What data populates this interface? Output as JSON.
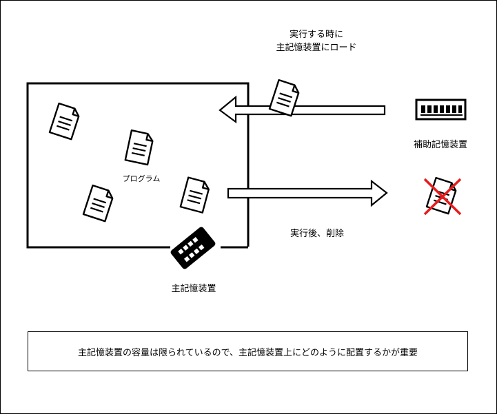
{
  "labels": {
    "load_line1": "実行する時に",
    "load_line2": "主記憶装置にロード",
    "secondary_storage": "補助記憶装置",
    "program": "プログラム",
    "after_run": "実行後、削除",
    "main_memory": "主記憶装置"
  },
  "note": "主記憶装置の容量は限られているので、主記憶装置上にどのように配置するかが重要",
  "icons": {
    "document": "document-icon",
    "memory_module": "memory-module-icon",
    "memory_chip": "memory-chip-icon",
    "delete_mark": "red-cross-icon"
  },
  "colors": {
    "stroke": "#000000",
    "fill": "#ffffff",
    "delete": "#e81b1b"
  }
}
